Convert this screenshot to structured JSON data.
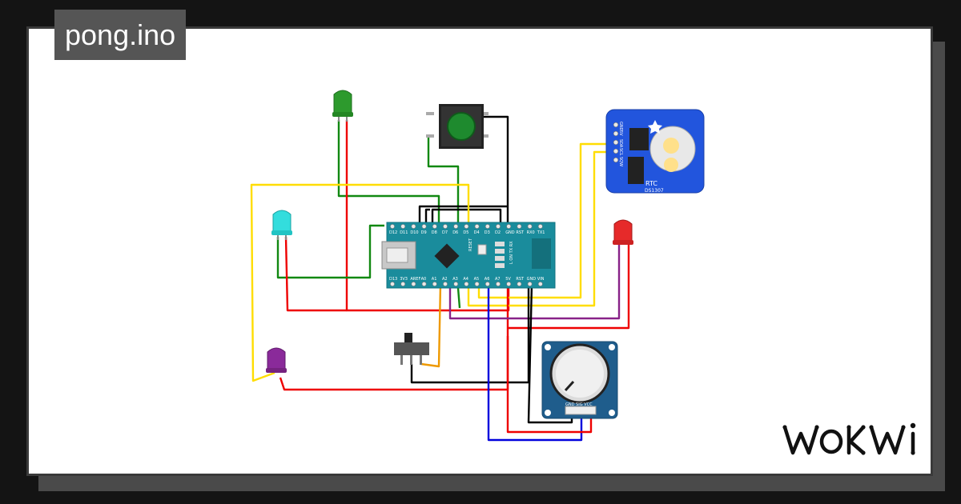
{
  "project": {
    "filename": "pong.ino"
  },
  "brand": {
    "name": "WOKWI"
  },
  "arduino": {
    "top_pins": [
      "D12",
      "D11",
      "D10",
      "D9",
      "D8",
      "D7",
      "D6",
      "D5",
      "D4",
      "D3",
      "D2",
      "GND",
      "RST",
      "RX0",
      "TX1"
    ],
    "bottom_pins": [
      "D13",
      "3V3",
      "AREF",
      "A0",
      "A1",
      "A2",
      "A3",
      "A4",
      "A5",
      "A6",
      "A7",
      "5V",
      "RST",
      "GND",
      "VIN"
    ],
    "reset_label": "RESET",
    "leds_label": "L ON TX RX"
  },
  "rtc": {
    "pins": [
      "GND",
      "5V",
      "SDA",
      "SCL",
      "SQW"
    ],
    "label": "RTC",
    "chip": "DS1307"
  },
  "joystick": {
    "pins": "GND SIG VCC"
  },
  "colors": {
    "wire_red": "#ee0000",
    "wire_black": "#000000",
    "wire_green": "#118811",
    "wire_yellow": "#ffdd00",
    "wire_purple": "#882288",
    "wire_blue": "#0000dd",
    "wire_orange": "#ee9900",
    "board_teal": "#1a8c9c",
    "rtc_blue": "#2255dd",
    "joystick_blue": "#1f5d8c"
  }
}
